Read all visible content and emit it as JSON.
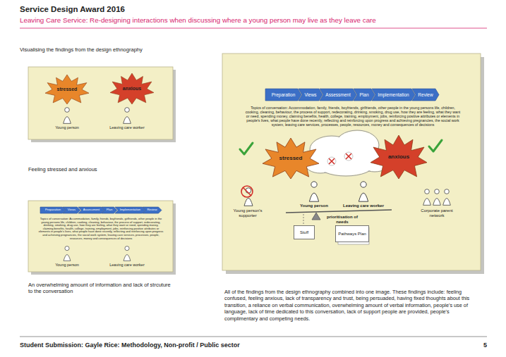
{
  "diagram": {
    "title": "Service Design Award 2016",
    "nodes": [
      {
        "text": [
          "stressed"
        ]
      },
      {
        "text": [
          "anxious"
        ]
      },
      {
        "text": [
          "Preparation"
        ]
      },
      {
        "text": [
          "Views"
        ]
      },
      {
        "text": [
          "Assessment"
        ]
      },
      {
        "text": [
          "Plan"
        ]
      },
      {
        "text": [
          "Implementation"
        ]
      },
      {
        "text": [
          "Review"
        ]
      },
      {
        "text": [
          "Preparation"
        ]
      },
      {
        "text": [
          "Views"
        ]
      },
      {
        "text": [
          "Assessment"
        ]
      },
      {
        "text": [
          "Plan"
        ]
      },
      {
        "text": [
          "Implementation"
        ]
      },
      {
        "text": [
          "Review"
        ]
      },
      {
        "text": [
          "stressed"
        ]
      },
      {
        "text": [
          "anxious"
        ]
      },
      {
        "text": [
          "Stuff"
        ]
      },
      {
        "text": [
          "Pathways Plan"
        ]
      }
    ],
    "labels": [
      "Leaving Care Service: Re-designing interactions when discussing where a young person may live as they leave care",
      "Visualising the findings from the design ethnography",
      "Young person",
      "Leaving care worker",
      "Feeling stressed and anxious",
      "Topics of conversation: Accommodation, family, friends, boyfriends, girlfriends, other people in the young persons life, children, cooking, cleaning, behaviour, the process of support, redecorating, drinking, smoking, drug use, how they are feeling, what they want or need, spending money, claiming benefits, health, college, training, employment, jobs, reinforcing positive attributes or elements in people's lives, what people have done recently, reflecting and reinforcing upon progress and achieving pregnancies, the social work system, leaving care services, processes, people, resources, money and consequences of decisions",
      "Young person",
      "Leaving care worker",
      "An overwhelming amount of information and lack of strcuture to the conversation",
      "Topics of conversation: Accommodation, family, friends, boyfriends, girlfriends, other people in the young persons life, children, cooking, cleaning, behaviour, the process of support, redecorating, drinking, smoking, drug use, how they are feeling, what they want or need, spending money, claiming benefits, health, college, training, employment, jobs, reinforcing positive attributes or elements in people's lives, what people have done recently, reflecting and reinforcing upon progress and achieving pregnancies, the social work system, leaving care services, processes, people, resources, money and consequences of decisions",
      "Young person",
      "Leaving care worker",
      "prioritisation of needs",
      "Young person's supporter",
      "Corporate parent network",
      "All of the findings from the design ethnography combined into one image. These findings include: feeling confused, feeling anxious, lack of transparency and trust, being persuaded, having fixed thoughts about this transition, a reliance on verbal communication, overwhelming amount of verbal information, people's use of language, lack of time dedicated to this conversation, lack of support people are provided, people's complimentary and competing needs.",
      "Student Submission: Gayle Rice: Methodology, Non-profit / Public sector",
      "5"
    ]
  }
}
